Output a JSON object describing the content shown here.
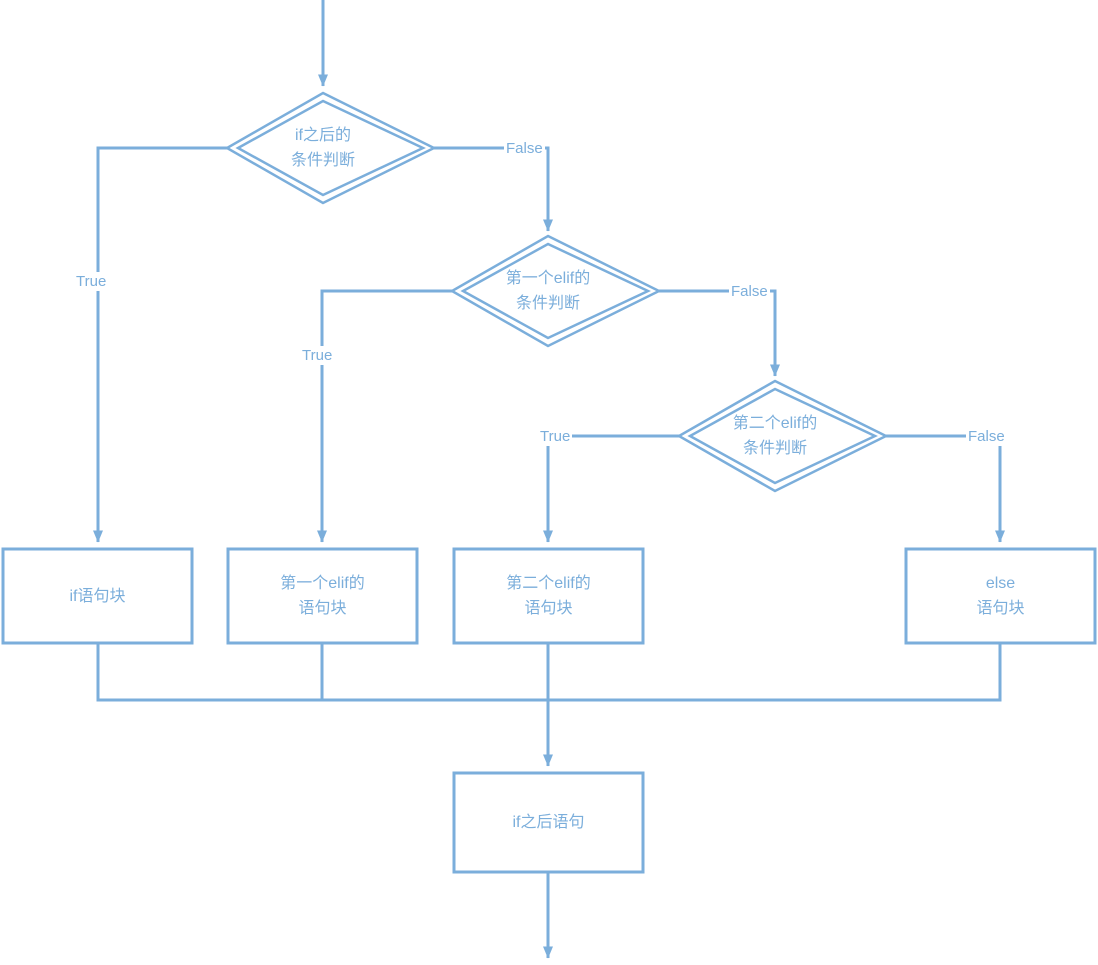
{
  "diagram": {
    "title": "Python if-elif-else flowchart",
    "colors": {
      "stroke": "#7BAEDB",
      "text": "#7BAEDB",
      "background": "#FFFFFF"
    },
    "nodes": {
      "decision_if": {
        "shape": "diamond",
        "line1": "if之后的",
        "line2": "条件判断"
      },
      "decision_elif1": {
        "shape": "diamond",
        "line1": "第一个elif的",
        "line2": "条件判断"
      },
      "decision_elif2": {
        "shape": "diamond",
        "line1": "第二个elif的",
        "line2": "条件判断"
      },
      "block_if": {
        "shape": "rect",
        "line1": "if语句块",
        "line2": ""
      },
      "block_elif1": {
        "shape": "rect",
        "line1": "第一个elif的",
        "line2": "语句块"
      },
      "block_elif2": {
        "shape": "rect",
        "line1": "第二个elif的",
        "line2": "语句块"
      },
      "block_else": {
        "shape": "rect",
        "line1": "else",
        "line2": "语句块"
      },
      "block_after": {
        "shape": "rect",
        "line1": "if之后语句",
        "line2": ""
      }
    },
    "edge_labels": {
      "if_true": "True",
      "if_false": "False",
      "elif1_true": "True",
      "elif1_false": "False",
      "elif2_true": "True",
      "elif2_false": "False"
    }
  }
}
